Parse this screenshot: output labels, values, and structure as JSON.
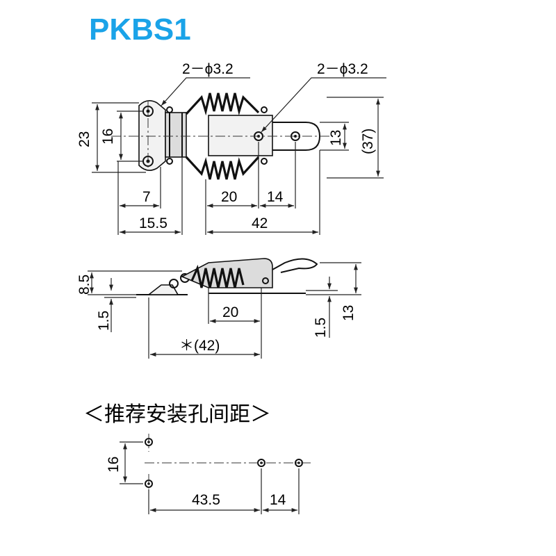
{
  "title": "PKBS1",
  "colors": {
    "title": "#1aa3e8",
    "line": "#222222"
  },
  "top_view": {
    "hole_label_left": "2－ϕ3.2",
    "hole_label_right": "2－ϕ3.2",
    "dim_23": "23",
    "dim_16": "16",
    "dim_13": "13",
    "dim_37": "(37)",
    "dim_7": "7",
    "dim_15_5": "15.5",
    "dim_20": "20",
    "dim_14": "14",
    "dim_42": "42"
  },
  "side_view": {
    "dim_8_5": "8.5",
    "dim_1_5_left": "1.5",
    "dim_20": "20",
    "dim_42": "＊(42)",
    "dim_1_5_right": "1.5",
    "dim_13": "13"
  },
  "mounting": {
    "heading": "＜推荐安装孔间距＞",
    "dim_16": "16",
    "dim_43_5": "43.5",
    "dim_14": "14"
  }
}
